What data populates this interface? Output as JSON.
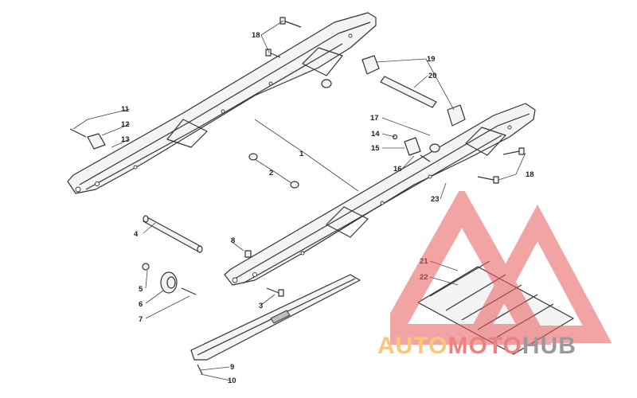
{
  "callouts": [
    {
      "id": "c1",
      "label": "1"
    },
    {
      "id": "c2",
      "label": "2"
    },
    {
      "id": "c3",
      "label": "3"
    },
    {
      "id": "c4",
      "label": "4"
    },
    {
      "id": "c5",
      "label": "5"
    },
    {
      "id": "c6",
      "label": "6"
    },
    {
      "id": "c7",
      "label": "7"
    },
    {
      "id": "c8",
      "label": "8"
    },
    {
      "id": "c9",
      "label": "9"
    },
    {
      "id": "c10",
      "label": "10"
    },
    {
      "id": "c11",
      "label": "11"
    },
    {
      "id": "c12",
      "label": "12"
    },
    {
      "id": "c13",
      "label": "13"
    },
    {
      "id": "c14",
      "label": "14"
    },
    {
      "id": "c15",
      "label": "15"
    },
    {
      "id": "c16",
      "label": "16"
    },
    {
      "id": "c17",
      "label": "17"
    },
    {
      "id": "c18a",
      "label": "18"
    },
    {
      "id": "c18b",
      "label": "18"
    },
    {
      "id": "c19",
      "label": "19"
    },
    {
      "id": "c20",
      "label": "20"
    },
    {
      "id": "c21",
      "label": "21"
    },
    {
      "id": "c22",
      "label": "22"
    },
    {
      "id": "c23",
      "label": "23"
    }
  ],
  "watermark": {
    "word_part1": "AUTO",
    "word_part2": "MOTO",
    "word_part3": "HUB",
    "color_light": "#f6c87a",
    "color_red": "#f08080",
    "color_gray": "#9a9a9a"
  }
}
